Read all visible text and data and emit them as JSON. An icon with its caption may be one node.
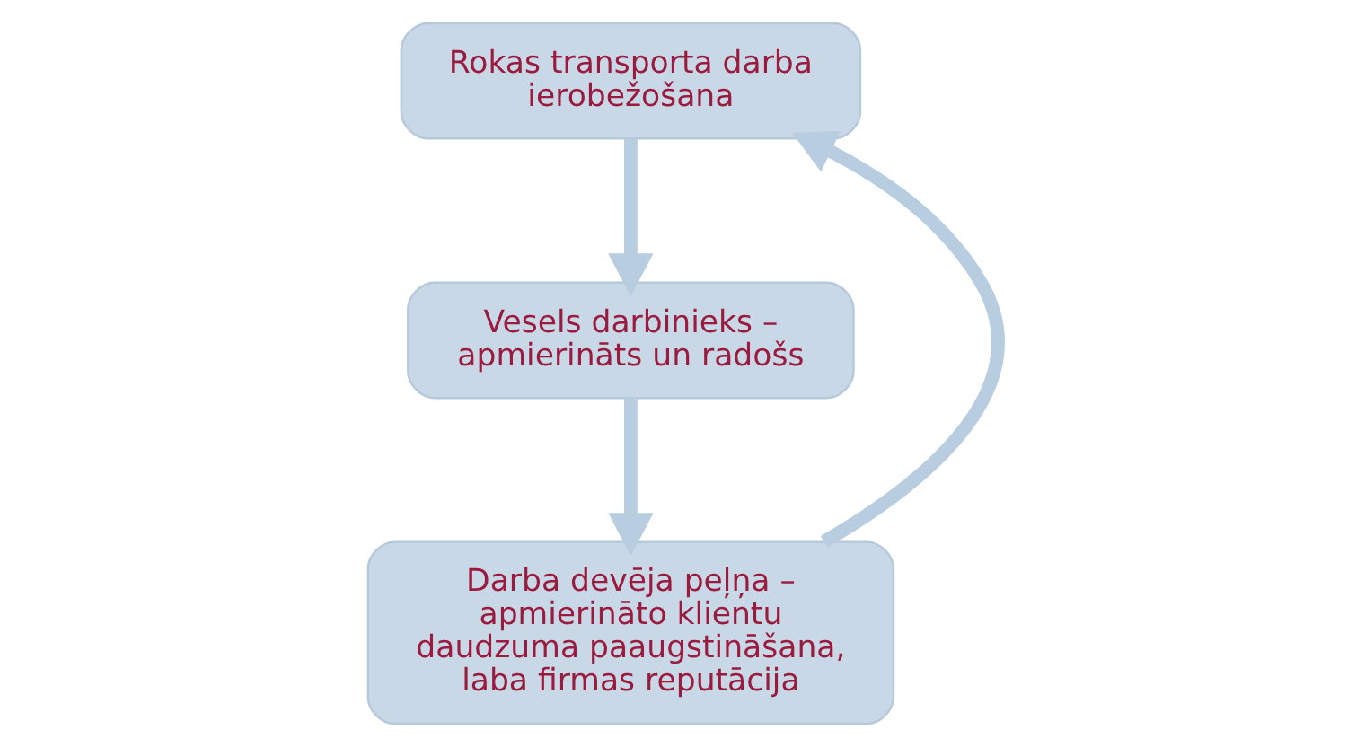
{
  "diagram": {
    "nodes": [
      {
        "text": [
          "Rokas transporta darba ierobežošana"
        ]
      },
      {
        "text": [
          "Vesels darbinieks – apmierināts un radošs"
        ]
      },
      {
        "text": [
          "Darba devēja peļņa – apmierināto klientu daudzuma paaugstināšana, laba firmas reputācija"
        ]
      }
    ],
    "edges": [
      {
        "from": 0,
        "to": 1,
        "arrow": "to"
      },
      {
        "from": 1,
        "to": 2,
        "arrow": "to"
      },
      {
        "from": 2,
        "to": 0,
        "arrow": "to"
      }
    ]
  }
}
